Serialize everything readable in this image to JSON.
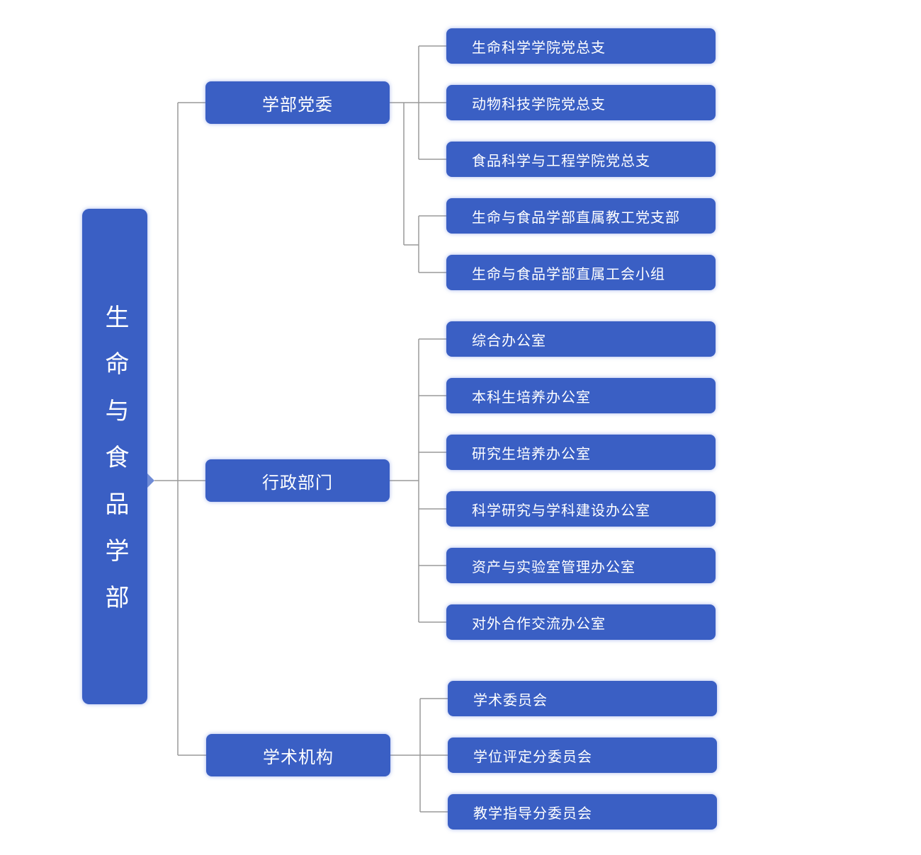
{
  "root": {
    "label": "生命与食品学部"
  },
  "groups": [
    {
      "label": "学部党委",
      "items": [
        "生命科学学院党总支",
        "动物科技学院党总支",
        "食品科学与工程学院党总支",
        "生命与食品学部直属教工党支部",
        "生命与食品学部直属工会小组"
      ]
    },
    {
      "label": "行政部门",
      "items": [
        "综合办公室",
        "本科生培养办公室",
        "研究生培养办公室",
        "科学研究与学科建设办公室",
        "资产与实验室管理办公室",
        "对外合作交流办公室"
      ]
    },
    {
      "label": "学术机构",
      "items": [
        "学术委员会",
        "学位评定分委员会",
        "教学指导分委员会"
      ]
    }
  ],
  "colors": {
    "box": "#3a5fc4",
    "line": "#9a9a9a",
    "text": "#ffffff"
  }
}
